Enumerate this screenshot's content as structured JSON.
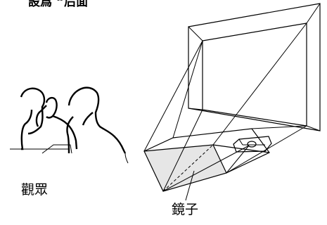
{
  "header": {
    "text": "設爲 “后面"
  },
  "labels": {
    "audience": "觀眾",
    "mirror": "鏡子"
  },
  "colors": {
    "line": "#000000",
    "mirror_fill": "#e6e6e6",
    "background": "#ffffff"
  }
}
